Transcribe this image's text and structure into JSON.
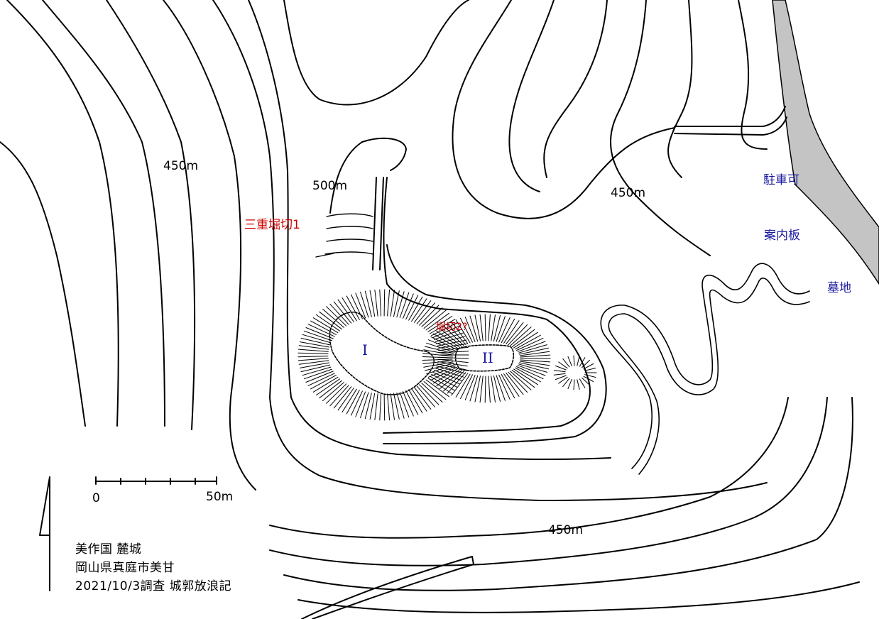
{
  "labels": {
    "elev_450_west": "450m",
    "elev_500": "500m",
    "elev_450_east": "450m",
    "elev_450_south": "450m",
    "moat_triple": "三重堀切1",
    "moat_2": "堀切2?",
    "bailey_1": "I",
    "bailey_2": "II",
    "parking": "駐車可",
    "info_board": "案内板",
    "cemetery": "墓地"
  },
  "scale_bar": {
    "start_label": "0",
    "end_label": "50m"
  },
  "caption": {
    "line1": "美作国 麓城",
    "line2": "岡山県真庭市美甘",
    "line3": "2021/10/3調査 城郭放浪記"
  },
  "colors": {
    "ink": "#000000",
    "road": "#c4c4c4",
    "annotation_red": "#cc0000",
    "annotation_blue": "#1a1aa0"
  },
  "icons": {
    "north_arrow": "north-arrow-icon"
  }
}
